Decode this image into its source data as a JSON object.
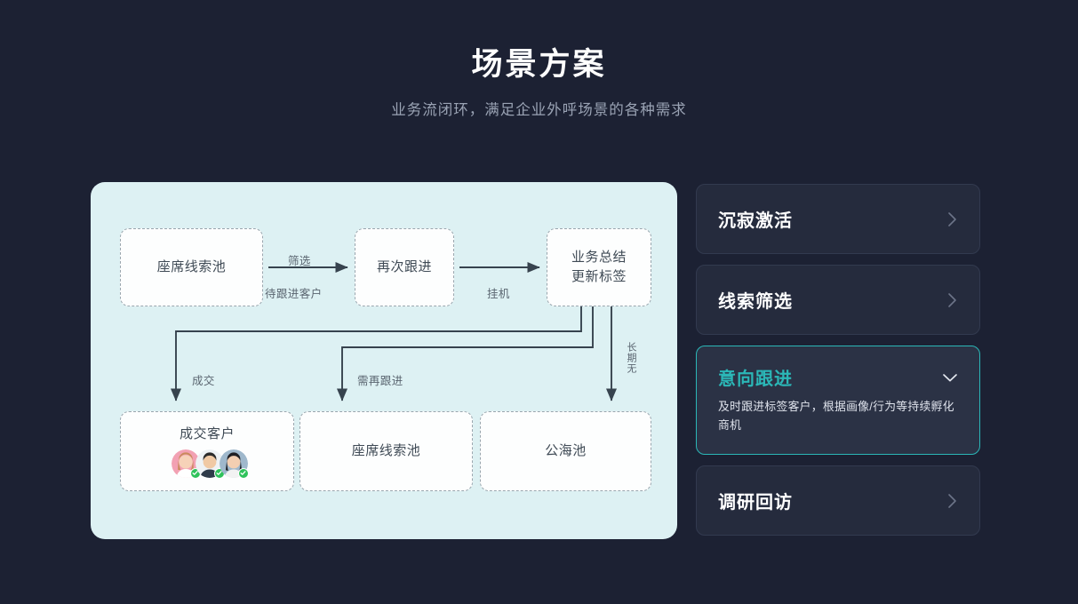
{
  "header": {
    "title": "场景方案",
    "subtitle": "业务流闭环，满足企业外呼场景的各种需求"
  },
  "colors": {
    "background": "#1c2133",
    "panel": "#ddf1f3",
    "accent_teal": "#2bb7b7",
    "card": "#252b3d",
    "card_active": "#2b3245",
    "node_fill": "#fdfefe",
    "node_border": "#9aa6ae",
    "connector": "#37434e",
    "badge_green": "#2fc25b"
  },
  "diagram": {
    "nodes": {
      "lead_pool_top": "座席线索池",
      "follow_up": "再次跟进",
      "summary_line1": "业务总结",
      "summary_line2": "更新标签",
      "deal_customer": "成交客户",
      "lead_pool_bottom": "座席线索池",
      "public_pool": "公海池"
    },
    "edge_labels": {
      "screen": "筛选",
      "pending": "待跟进客户",
      "hangup": "挂机",
      "deal": "成交",
      "need_follow": "需再跟进",
      "long_term": "长期无"
    },
    "avatars": [
      {
        "name": "avatar-customer-1",
        "bg": "#f2a1b3",
        "skin": "#f6d2b8",
        "hair": "#c98b5a",
        "shirt": "#ffffff"
      },
      {
        "name": "avatar-customer-2",
        "bg": "#eef2f5",
        "skin": "#f0c9a4",
        "hair": "#2b2b2b",
        "shirt": "#2f3b4a"
      },
      {
        "name": "avatar-customer-3",
        "bg": "#9fb8cc",
        "skin": "#f3cfb2",
        "hair": "#1f1f23",
        "shirt": "#f2f2f2"
      }
    ]
  },
  "sidebar": {
    "items": [
      {
        "label": "沉寂激活",
        "desc": "",
        "active": false,
        "icon": "chevron-right-icon"
      },
      {
        "label": "线索筛选",
        "desc": "",
        "active": false,
        "icon": "chevron-right-icon"
      },
      {
        "label": "意向跟进",
        "desc": "及时跟进标签客户，根据画像/行为等持续孵化商机",
        "active": true,
        "icon": "chevron-down-icon"
      },
      {
        "label": "调研回访",
        "desc": "",
        "active": false,
        "icon": "chevron-right-icon"
      }
    ]
  }
}
